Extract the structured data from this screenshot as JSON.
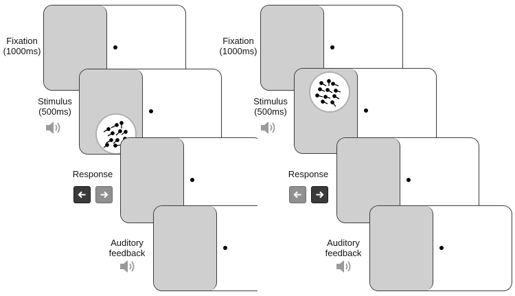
{
  "colors": {
    "screen_gray": "#cfcfcf",
    "border": "#3a3a3a",
    "key_dark": "#3a3a3a",
    "key_light": "#909090"
  },
  "panels": [
    {
      "id": "left",
      "steps": {
        "fixation": {
          "line1": "Fixation",
          "line2": "(1000ms)"
        },
        "stimulus": {
          "line1": "Stimulus",
          "line2": "(500ms)",
          "icon": "speaker-icon"
        },
        "response": {
          "label": "Response",
          "left_key_icon": "left-arrow-key-icon",
          "right_key_icon": "right-arrow-key-icon",
          "highlighted_key": "left"
        },
        "feedback": {
          "line1": "Auditory",
          "line2": "feedback",
          "icon": "speaker-icon"
        }
      },
      "stimulus_position": "lower-center"
    },
    {
      "id": "right",
      "steps": {
        "fixation": {
          "line1": "Fixation",
          "line2": "(1000ms)"
        },
        "stimulus": {
          "line1": "Stimulus",
          "line2": "(500ms)",
          "icon": "speaker-icon"
        },
        "response": {
          "label": "Response",
          "left_key_icon": "left-arrow-key-icon",
          "right_key_icon": "right-arrow-key-icon",
          "highlighted_key": "right"
        },
        "feedback": {
          "line1": "Auditory",
          "line2": "feedback",
          "icon": "speaker-icon"
        }
      },
      "stimulus_position": "upper-center"
    }
  ]
}
